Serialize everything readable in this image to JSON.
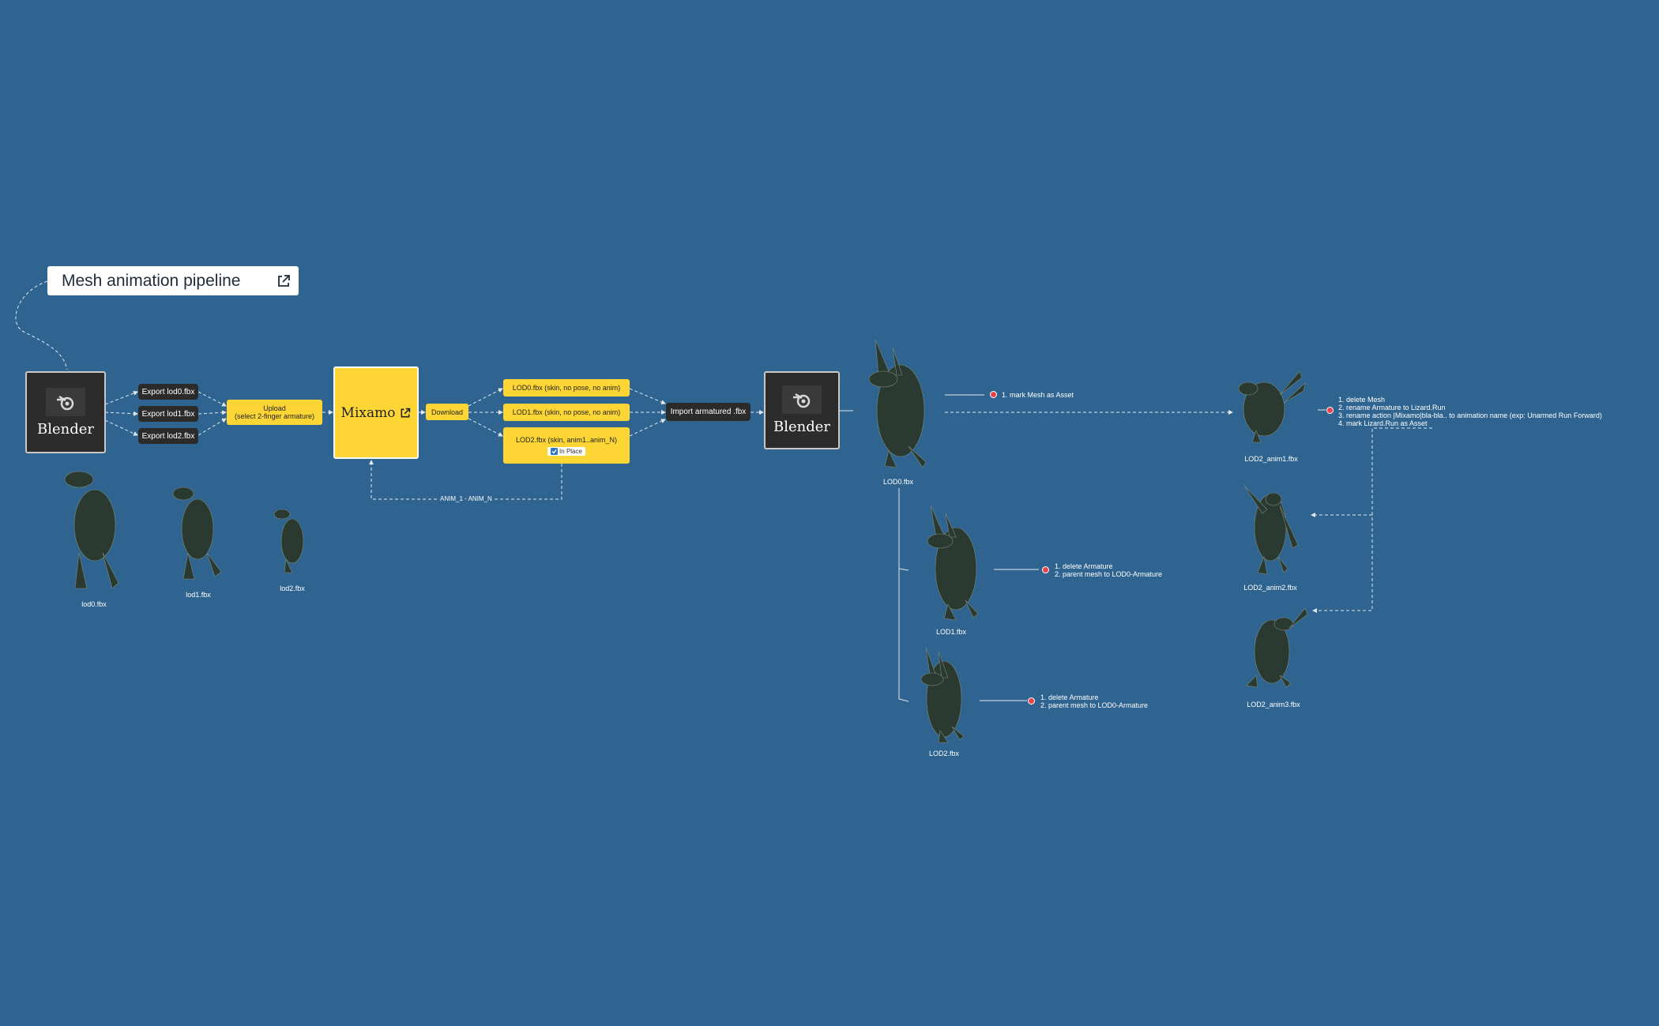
{
  "title": "Mesh animation pipeline",
  "nodes": {
    "blender1": "Blender",
    "export_lod0": "Export lod0.fbx",
    "export_lod1": "Export lod1.fbx",
    "export_lod2": "Export lod2.fbx",
    "upload_line1": "Upload",
    "upload_line2": "(select 2-finger armature)",
    "mixamo": "Mixamo",
    "download": "Download",
    "lod0_out": "LOD0.fbx (skin, no pose, no anim)",
    "lod1_out": "LOD1.fbx (skin, no pose, no anim)",
    "lod2_out": "LOD2.fbx (skin, anim1..anim_N)",
    "in_place": "In Place",
    "import": "Import armatured .fbx",
    "blender2": "Blender",
    "loop_label": "ANIM_1 - ANIM_N"
  },
  "captions": {
    "lod0_small": "lod0.fbx",
    "lod1_small": "lod1.fbx",
    "lod2_small": "lod2.fbx",
    "LOD0": "LOD0.fbx",
    "LOD1": "LOD1.fbx",
    "LOD2": "LOD2.fbx",
    "anim1": "LOD2_anim1.fbx",
    "anim2": "LOD2_anim2.fbx",
    "anim3": "LOD2_anim3.fbx"
  },
  "notes": {
    "lod0": [
      "1. mark Mesh as Asset"
    ],
    "lod1": [
      "1. delete Armature",
      "2. parent mesh to LOD0-Armature"
    ],
    "lod2": [
      "1. delete Armature",
      "2. parent mesh to LOD0-Armature"
    ],
    "anim": [
      "1. delete Mesh",
      "2. rename Armature to Lizard.Run",
      "3. rename action |Mixamo|bla-bla.. to animation name (exp: Unarmed Run Forward)",
      "4. mark Lizard.Run as Asset"
    ]
  },
  "icons": {
    "blender": "blender-logo-icon",
    "external": "external-link-icon",
    "checkbox": "checkbox-checked-icon"
  },
  "colors": {
    "background": "#2f6490",
    "yellow": "#fdd635",
    "dark": "#2b2b2b",
    "dot": "#e8434d"
  }
}
